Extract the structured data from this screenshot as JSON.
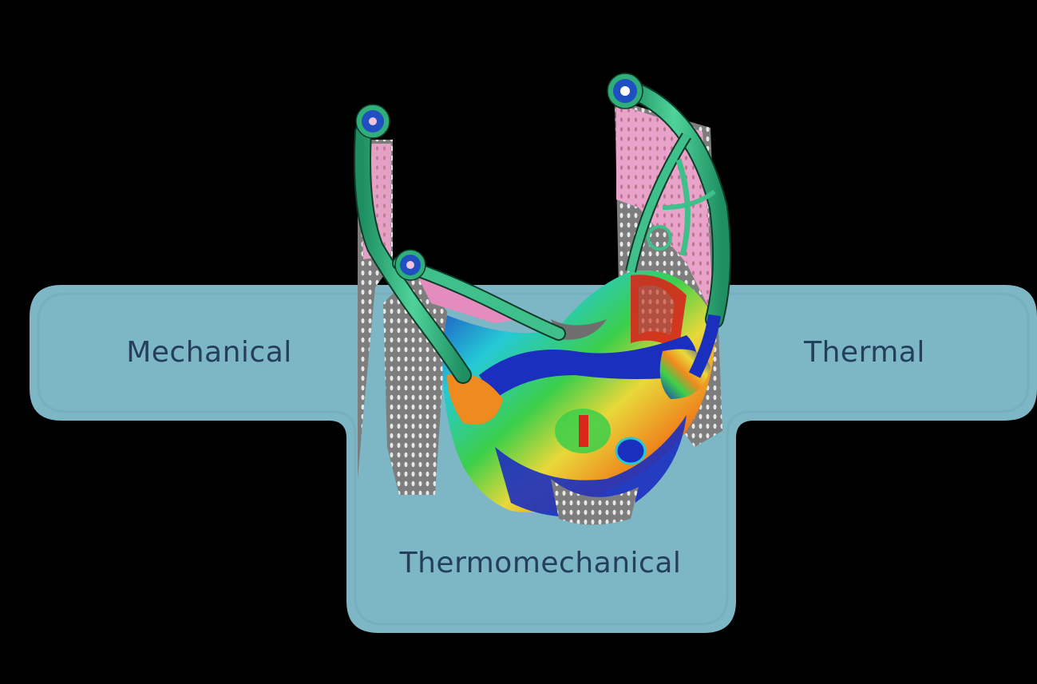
{
  "graphic": {
    "background_color": "#000000",
    "card_color": "#7db7c6",
    "card_inner_border_color": "#76b0bf",
    "label_color": "#243f5a"
  },
  "labels": {
    "mechanical": "Mechanical",
    "thermal": "Thermal",
    "thermomechanical": "Thermomechanical"
  },
  "illustration": {
    "subject": "3D topology-optimized bracket with lattice supports and stress/thermal color map",
    "colors": {
      "structure_green": "#2fae7a",
      "structure_green_light": "#4fd39a",
      "mesh_lines": "#0e3b2a",
      "boss_blue": "#1f4fc0",
      "boss_hole": "#f2c4dc",
      "support_pink": "#e58cbf",
      "lattice_gray": "#8a8a8a",
      "heat_red": "#d8261b",
      "heat_orange": "#ee8a1e",
      "heat_yellow": "#e9d83a",
      "heat_green": "#3ccf4a",
      "heat_cyan": "#25c9d6",
      "heat_blue": "#1b2fbf"
    }
  }
}
